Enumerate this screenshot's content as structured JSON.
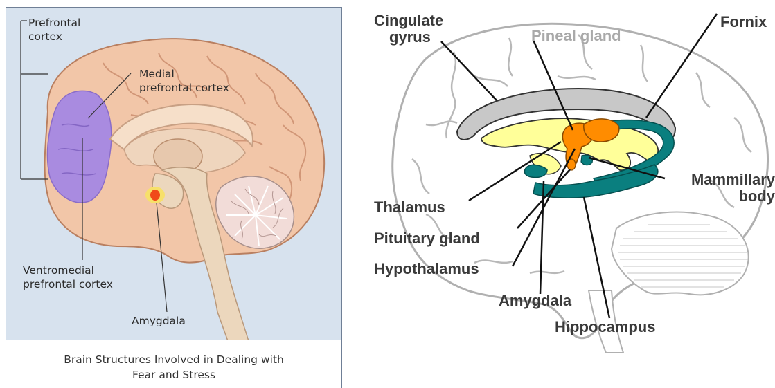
{
  "left_figure": {
    "labels": {
      "prefrontal_cortex": [
        "Prefrontal",
        "cortex"
      ],
      "medial_prefrontal_cortex": [
        "Medial",
        "prefrontal cortex"
      ],
      "ventromedial_prefrontal_cortex": [
        "Ventromedial",
        "prefrontal cortex"
      ],
      "amygdala": "Amygdala"
    },
    "caption": [
      "Brain Structures Involved in Dealing with",
      "Fear and Stress"
    ],
    "colors": {
      "background": "#d7e2ee",
      "cortex": "#f2c6a8",
      "prefrontal_highlight": "#a98be0",
      "amygdala": "#f04a1a",
      "brainstem": "#ecd7bd"
    }
  },
  "right_figure": {
    "labels": {
      "cingulate_gyrus": [
        "Cingulate",
        "gyrus"
      ],
      "pineal_gland": "Pineal gland",
      "fornix": "Fornix",
      "mammillary_body": [
        "Mammillary",
        "body"
      ],
      "thalamus": "Thalamus",
      "pituitary_gland": "Pituitary gland",
      "hypothalamus": "Hypothalamus",
      "amygdala": "Amygdala",
      "hippocampus": "Hippocampus"
    },
    "colors": {
      "cingulate": "#c8c8c8",
      "thalamus": "#ffff99",
      "hypothalamus_pituitary": "#ff8c00",
      "hippocampus_fornix": "#0a7f7f",
      "outline": "#b0b0b0"
    }
  }
}
